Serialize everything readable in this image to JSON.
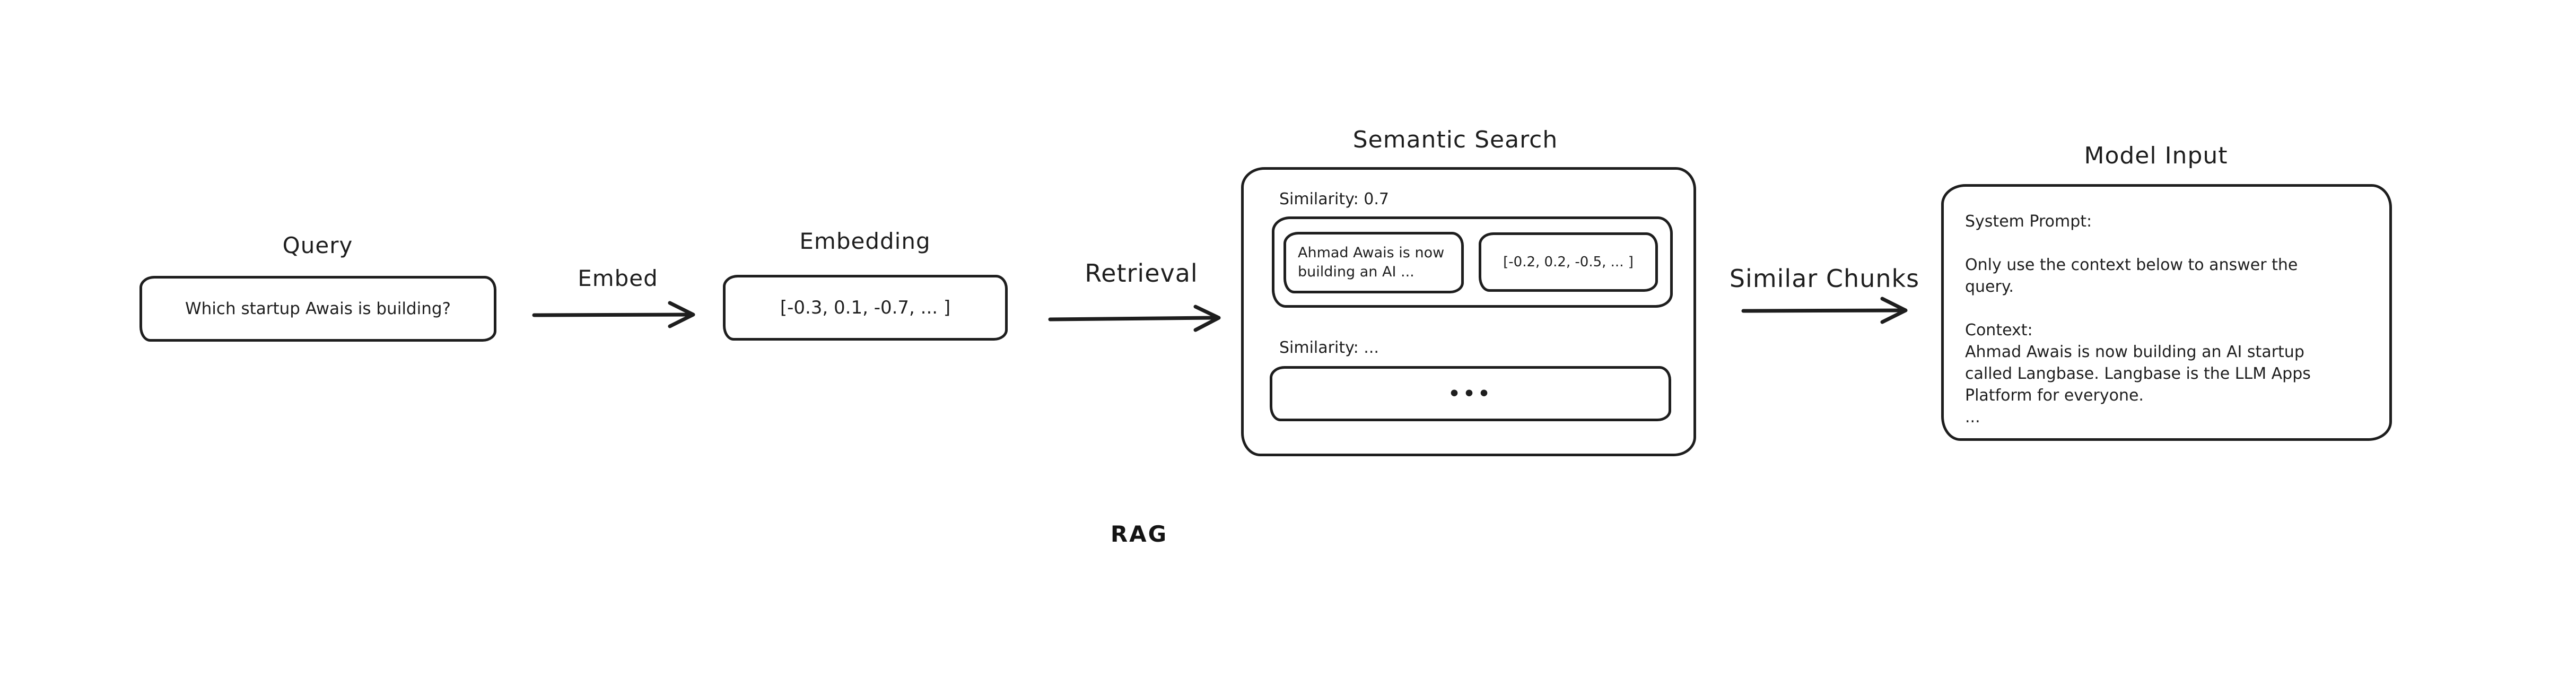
{
  "diagram": {
    "caption": "RAG",
    "query": {
      "title": "Query",
      "text": "Which startup Awais is building?"
    },
    "embedding": {
      "title": "Embedding",
      "text": "[-0.3, 0.1, -0.7, ... ]"
    },
    "semantic_search": {
      "title": "Semantic Search",
      "result_top": {
        "similarity_label": "Similarity: 0.7",
        "chunk_line1": "Ahmad Awais is now",
        "chunk_line2": "building an AI ...",
        "vector_text": "[-0.2, 0.2, -0.5, ... ]"
      },
      "result_more": {
        "similarity_label": "Similarity: ...",
        "dots": "•••"
      }
    },
    "model_input": {
      "title": "Model Input",
      "lines": [
        "System Prompt:",
        "",
        "Only use the context below to answer the",
        "query.",
        "",
        "Context:",
        "Ahmad Awais is now building an AI startup",
        "called Langbase. Langbase is the LLM Apps",
        "Platform for everyone.",
        "..."
      ]
    },
    "arrows": {
      "embed": {
        "label": "Embed"
      },
      "retrieval": {
        "label": "Retrieval"
      },
      "similar_chunks": {
        "label": "Similar Chunks"
      }
    }
  },
  "colors": {
    "ink": "#1e1e1e",
    "background": "#ffffff"
  }
}
